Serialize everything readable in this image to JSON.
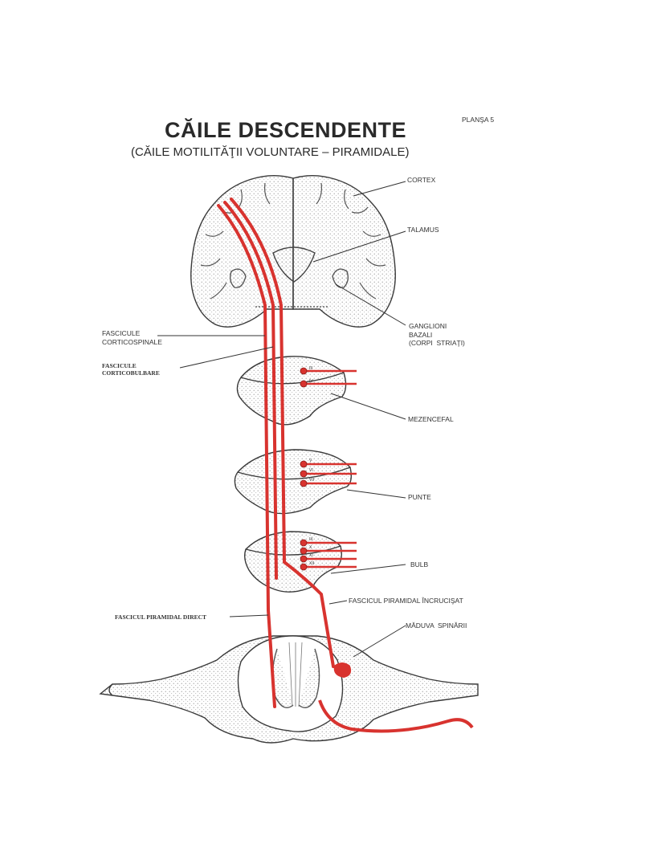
{
  "title": "CĂILE DESCENDENTE",
  "subtitle": "(CĂILE MOTILITĂŢII VOLUNTARE – PIRAMIDALE)",
  "plate": "PLANŞA 5",
  "labels": {
    "cortex": "CORTEX",
    "talamus": "TALAMUS",
    "ganglioni": "GANGLIONI\nBAZALI\n(CORPI  STRIAŢI)",
    "fasc_corticospinale": "FASCICULE\nCORTICOSPINALE",
    "fasc_corticobulbare": "FASCICULE\nCORTICOBULBARE",
    "mezencefal": "MEZENCEFAL",
    "punte": "PUNTE",
    "bulb": "BULB",
    "fasc_incrucisat": "FASCICUL PIRAMIDAL ÎNCRUCIŞAT",
    "maduva": "MĂDUVA  SPINĂRII",
    "fasc_direct": "FASCICUL PIRAMIDAL DIRECT"
  },
  "nerve_numerals": {
    "mezencefal": [
      "III",
      "IV"
    ],
    "punte": [
      "V",
      "VI",
      "VII"
    ],
    "bulb": [
      "IX",
      "X",
      "XI",
      "XII"
    ]
  },
  "colors": {
    "tract": "#d8332f",
    "outline": "#3a3a3a",
    "stipple": "#9a9a9a"
  }
}
